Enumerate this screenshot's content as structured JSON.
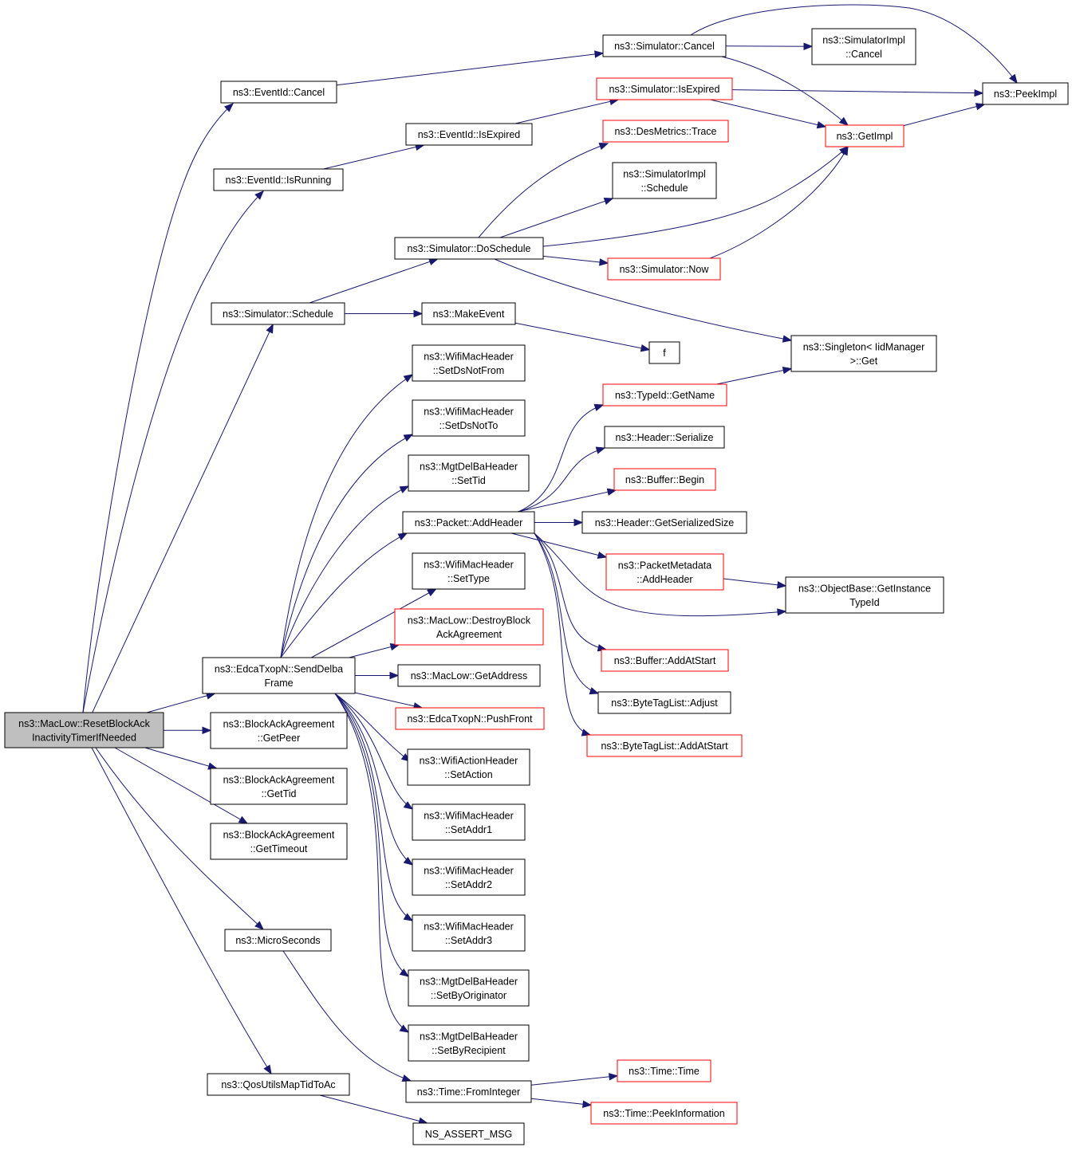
{
  "diagram": {
    "colors": {
      "edge": "#191970",
      "border": "#000000",
      "border_incomplete": "#ff0000",
      "root_fill": "#bfbfbf"
    },
    "nodes": [
      {
        "id": "root",
        "lines": [
          "ns3::MacLow::ResetBlockAck",
          "InactivityTimerIfNeeded"
        ],
        "style": "root"
      },
      {
        "id": "eventid_cancel",
        "lines": [
          "ns3::EventId::Cancel"
        ],
        "style": "normal"
      },
      {
        "id": "eventid_isrunning",
        "lines": [
          "ns3::EventId::IsRunning"
        ],
        "style": "normal"
      },
      {
        "id": "sim_schedule",
        "lines": [
          "ns3::Simulator::Schedule"
        ],
        "style": "normal"
      },
      {
        "id": "sim_cancel",
        "lines": [
          "ns3::Simulator::Cancel"
        ],
        "style": "normal"
      },
      {
        "id": "simimpl_cancel",
        "lines": [
          "ns3::SimulatorImpl",
          "::Cancel"
        ],
        "style": "normal"
      },
      {
        "id": "peekimpl",
        "lines": [
          "ns3::PeekImpl"
        ],
        "style": "normal"
      },
      {
        "id": "sim_isexpired",
        "lines": [
          "ns3::Simulator::IsExpired"
        ],
        "style": "red"
      },
      {
        "id": "getimpl",
        "lines": [
          "ns3::GetImpl"
        ],
        "style": "red"
      },
      {
        "id": "eventid_isexpired",
        "lines": [
          "ns3::EventId::IsExpired"
        ],
        "style": "normal"
      },
      {
        "id": "desmetrics_trace",
        "lines": [
          "ns3::DesMetrics::Trace"
        ],
        "style": "red"
      },
      {
        "id": "simimpl_schedule",
        "lines": [
          "ns3::SimulatorImpl",
          "::Schedule"
        ],
        "style": "normal"
      },
      {
        "id": "sim_doschedule",
        "lines": [
          "ns3::Simulator::DoSchedule"
        ],
        "style": "normal"
      },
      {
        "id": "sim_now",
        "lines": [
          "ns3::Simulator::Now"
        ],
        "style": "red"
      },
      {
        "id": "makeevent",
        "lines": [
          "ns3::MakeEvent"
        ],
        "style": "normal"
      },
      {
        "id": "f",
        "lines": [
          "f"
        ],
        "style": "normal"
      },
      {
        "id": "singleton_get",
        "lines": [
          "ns3::Singleton< IidManager",
          ">::Get"
        ],
        "style": "normal"
      },
      {
        "id": "wmh_setdsnotfrom",
        "lines": [
          "ns3::WifiMacHeader",
          "::SetDsNotFrom"
        ],
        "style": "normal"
      },
      {
        "id": "wmh_setdsnotto",
        "lines": [
          "ns3::WifiMacHeader",
          "::SetDsNotTo"
        ],
        "style": "normal"
      },
      {
        "id": "mgt_settid",
        "lines": [
          "ns3::MgtDelBaHeader",
          "::SetTid"
        ],
        "style": "normal"
      },
      {
        "id": "packet_addheader",
        "lines": [
          "ns3::Packet::AddHeader"
        ],
        "style": "normal"
      },
      {
        "id": "wmh_settype",
        "lines": [
          "ns3::WifiMacHeader",
          "::SetType"
        ],
        "style": "normal"
      },
      {
        "id": "maclow_destroy",
        "lines": [
          "ns3::MacLow::DestroyBlock",
          "AckAgreement"
        ],
        "style": "red"
      },
      {
        "id": "maclow_getaddress",
        "lines": [
          "ns3::MacLow::GetAddress"
        ],
        "style": "normal"
      },
      {
        "id": "edca_pushfront",
        "lines": [
          "ns3::EdcaTxopN::PushFront"
        ],
        "style": "red"
      },
      {
        "id": "edca_senddelba",
        "lines": [
          "ns3::EdcaTxopN::SendDelba",
          "Frame"
        ],
        "style": "normal"
      },
      {
        "id": "typeid_getname",
        "lines": [
          "ns3::TypeId::GetName"
        ],
        "style": "red"
      },
      {
        "id": "header_serialize",
        "lines": [
          "ns3::Header::Serialize"
        ],
        "style": "normal"
      },
      {
        "id": "buffer_begin",
        "lines": [
          "ns3::Buffer::Begin"
        ],
        "style": "red"
      },
      {
        "id": "header_getsize",
        "lines": [
          "ns3::Header::GetSerializedSize"
        ],
        "style": "normal"
      },
      {
        "id": "pktmeta_addheader",
        "lines": [
          "ns3::PacketMetadata",
          "::AddHeader"
        ],
        "style": "red"
      },
      {
        "id": "objbase_getinst",
        "lines": [
          "ns3::ObjectBase::GetInstance",
          "TypeId"
        ],
        "style": "normal"
      },
      {
        "id": "buffer_addatstart",
        "lines": [
          "ns3::Buffer::AddAtStart"
        ],
        "style": "red"
      },
      {
        "id": "btl_adjust",
        "lines": [
          "ns3::ByteTagList::Adjust"
        ],
        "style": "normal"
      },
      {
        "id": "btl_addatstart",
        "lines": [
          "ns3::ByteTagList::AddAtStart"
        ],
        "style": "red"
      },
      {
        "id": "baa_getpeer",
        "lines": [
          "ns3::BlockAckAgreement",
          "::GetPeer"
        ],
        "style": "normal"
      },
      {
        "id": "baa_gettid",
        "lines": [
          "ns3::BlockAckAgreement",
          "::GetTid"
        ],
        "style": "normal"
      },
      {
        "id": "baa_gettimeout",
        "lines": [
          "ns3::BlockAckAgreement",
          "::GetTimeout"
        ],
        "style": "normal"
      },
      {
        "id": "wah_setaction",
        "lines": [
          "ns3::WifiActionHeader",
          "::SetAction"
        ],
        "style": "normal"
      },
      {
        "id": "wmh_setaddr1",
        "lines": [
          "ns3::WifiMacHeader",
          "::SetAddr1"
        ],
        "style": "normal"
      },
      {
        "id": "wmh_setaddr2",
        "lines": [
          "ns3::WifiMacHeader",
          "::SetAddr2"
        ],
        "style": "normal"
      },
      {
        "id": "wmh_setaddr3",
        "lines": [
          "ns3::WifiMacHeader",
          "::SetAddr3"
        ],
        "style": "normal"
      },
      {
        "id": "microseconds",
        "lines": [
          "ns3::MicroSeconds"
        ],
        "style": "normal"
      },
      {
        "id": "mgt_setbyorig",
        "lines": [
          "ns3::MgtDelBaHeader",
          "::SetByOriginator"
        ],
        "style": "normal"
      },
      {
        "id": "mgt_setbyrecip",
        "lines": [
          "ns3::MgtDelBaHeader",
          "::SetByRecipient"
        ],
        "style": "normal"
      },
      {
        "id": "time_time",
        "lines": [
          "ns3::Time::Time"
        ],
        "style": "red"
      },
      {
        "id": "qosutils",
        "lines": [
          "ns3::QosUtilsMapTidToAc"
        ],
        "style": "normal"
      },
      {
        "id": "time_frominteger",
        "lines": [
          "ns3::Time::FromInteger"
        ],
        "style": "normal"
      },
      {
        "id": "time_peekinfo",
        "lines": [
          "ns3::Time::PeekInformation"
        ],
        "style": "red"
      },
      {
        "id": "ns_assert_msg",
        "lines": [
          "NS_ASSERT_MSG"
        ],
        "style": "normal"
      }
    ],
    "edges": [
      [
        "root",
        "eventid_cancel"
      ],
      [
        "root",
        "eventid_isrunning"
      ],
      [
        "root",
        "sim_schedule"
      ],
      [
        "root",
        "edca_senddelba"
      ],
      [
        "root",
        "baa_getpeer"
      ],
      [
        "root",
        "baa_gettid"
      ],
      [
        "root",
        "baa_gettimeout"
      ],
      [
        "root",
        "microseconds"
      ],
      [
        "root",
        "qosutils"
      ],
      [
        "eventid_cancel",
        "sim_cancel"
      ],
      [
        "sim_cancel",
        "simimpl_cancel"
      ],
      [
        "sim_cancel",
        "peekimpl"
      ],
      [
        "sim_cancel",
        "getimpl"
      ],
      [
        "getimpl",
        "peekimpl"
      ],
      [
        "sim_isexpired",
        "peekimpl"
      ],
      [
        "sim_isexpired",
        "getimpl"
      ],
      [
        "eventid_isrunning",
        "eventid_isexpired"
      ],
      [
        "eventid_isexpired",
        "sim_isexpired"
      ],
      [
        "sim_schedule",
        "sim_doschedule"
      ],
      [
        "sim_schedule",
        "makeevent"
      ],
      [
        "sim_doschedule",
        "desmetrics_trace"
      ],
      [
        "sim_doschedule",
        "simimpl_schedule"
      ],
      [
        "sim_doschedule",
        "getimpl"
      ],
      [
        "sim_doschedule",
        "sim_now"
      ],
      [
        "sim_doschedule",
        "singleton_get"
      ],
      [
        "sim_now",
        "getimpl"
      ],
      [
        "makeevent",
        "f"
      ],
      [
        "typeid_getname",
        "singleton_get"
      ],
      [
        "edca_senddelba",
        "wmh_setdsnotfrom"
      ],
      [
        "edca_senddelba",
        "wmh_setdsnotto"
      ],
      [
        "edca_senddelba",
        "mgt_settid"
      ],
      [
        "edca_senddelba",
        "packet_addheader"
      ],
      [
        "edca_senddelba",
        "wmh_settype"
      ],
      [
        "edca_senddelba",
        "maclow_destroy"
      ],
      [
        "edca_senddelba",
        "maclow_getaddress"
      ],
      [
        "edca_senddelba",
        "edca_pushfront"
      ],
      [
        "edca_senddelba",
        "wah_setaction"
      ],
      [
        "edca_senddelba",
        "wmh_setaddr1"
      ],
      [
        "edca_senddelba",
        "wmh_setaddr2"
      ],
      [
        "edca_senddelba",
        "wmh_setaddr3"
      ],
      [
        "edca_senddelba",
        "mgt_setbyorig"
      ],
      [
        "edca_senddelba",
        "mgt_setbyrecip"
      ],
      [
        "packet_addheader",
        "typeid_getname"
      ],
      [
        "packet_addheader",
        "header_serialize"
      ],
      [
        "packet_addheader",
        "buffer_begin"
      ],
      [
        "packet_addheader",
        "header_getsize"
      ],
      [
        "packet_addheader",
        "pktmeta_addheader"
      ],
      [
        "packet_addheader",
        "objbase_getinst"
      ],
      [
        "packet_addheader",
        "buffer_addatstart"
      ],
      [
        "packet_addheader",
        "btl_adjust"
      ],
      [
        "packet_addheader",
        "btl_addatstart"
      ],
      [
        "pktmeta_addheader",
        "objbase_getinst"
      ],
      [
        "microseconds",
        "time_frominteger"
      ],
      [
        "time_frominteger",
        "time_time"
      ],
      [
        "time_frominteger",
        "time_peekinfo"
      ],
      [
        "qosutils",
        "ns_assert_msg"
      ]
    ]
  }
}
